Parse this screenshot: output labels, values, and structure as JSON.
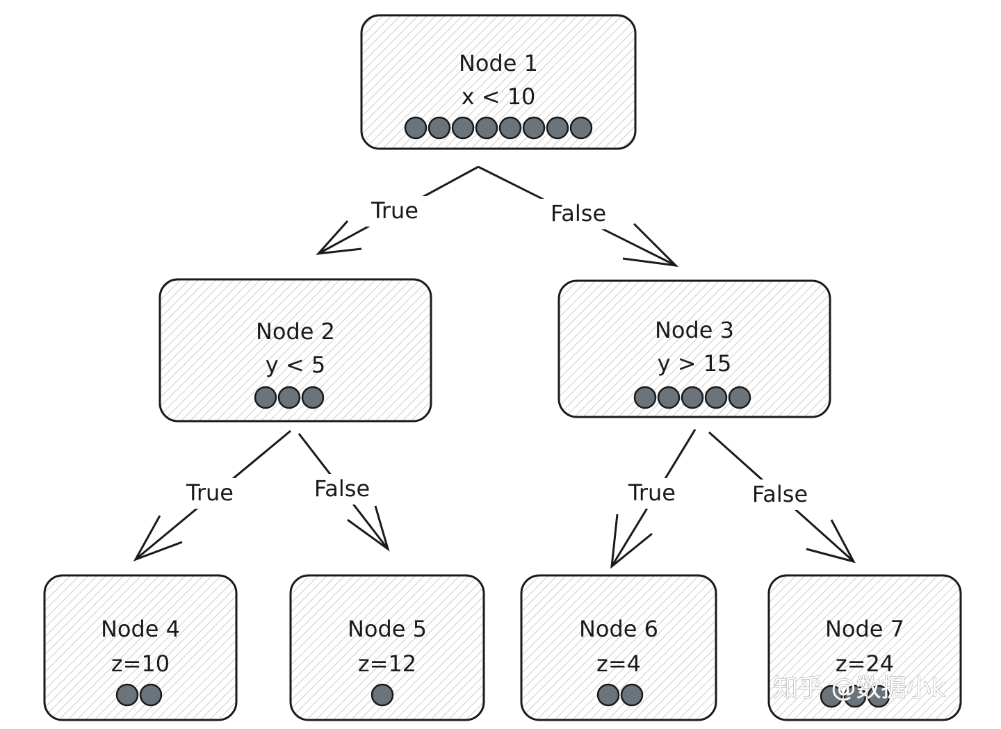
{
  "nodes": [
    {
      "title": "Node 1",
      "rule": "x < 10",
      "samples": 8
    },
    {
      "title": "Node 2",
      "rule": "y < 5",
      "samples": 3
    },
    {
      "title": "Node 3",
      "rule": "y > 15",
      "samples": 5
    },
    {
      "title": "Node 4",
      "rule": "z=10",
      "samples": 2
    },
    {
      "title": "Node 5",
      "rule": "z=12",
      "samples": 1
    },
    {
      "title": "Node 6",
      "rule": "z=4",
      "samples": 2
    },
    {
      "title": "Node 7",
      "rule": "z=24",
      "samples": 3
    }
  ],
  "edges": [
    {
      "from": "Node 1",
      "to": "Node 2",
      "label": "True"
    },
    {
      "from": "Node 1",
      "to": "Node 3",
      "label": "False"
    },
    {
      "from": "Node 2",
      "to": "Node 4",
      "label": "True"
    },
    {
      "from": "Node 2",
      "to": "Node 5",
      "label": "False"
    },
    {
      "from": "Node 3",
      "to": "Node 6",
      "label": "True"
    },
    {
      "from": "Node 3",
      "to": "Node 7",
      "label": "False"
    }
  ],
  "watermark": "知乎 @数据小k",
  "colors": {
    "sample_dot": "#6b737b",
    "stroke": "#1a1a1a",
    "hatch": "#c9c9c9"
  }
}
